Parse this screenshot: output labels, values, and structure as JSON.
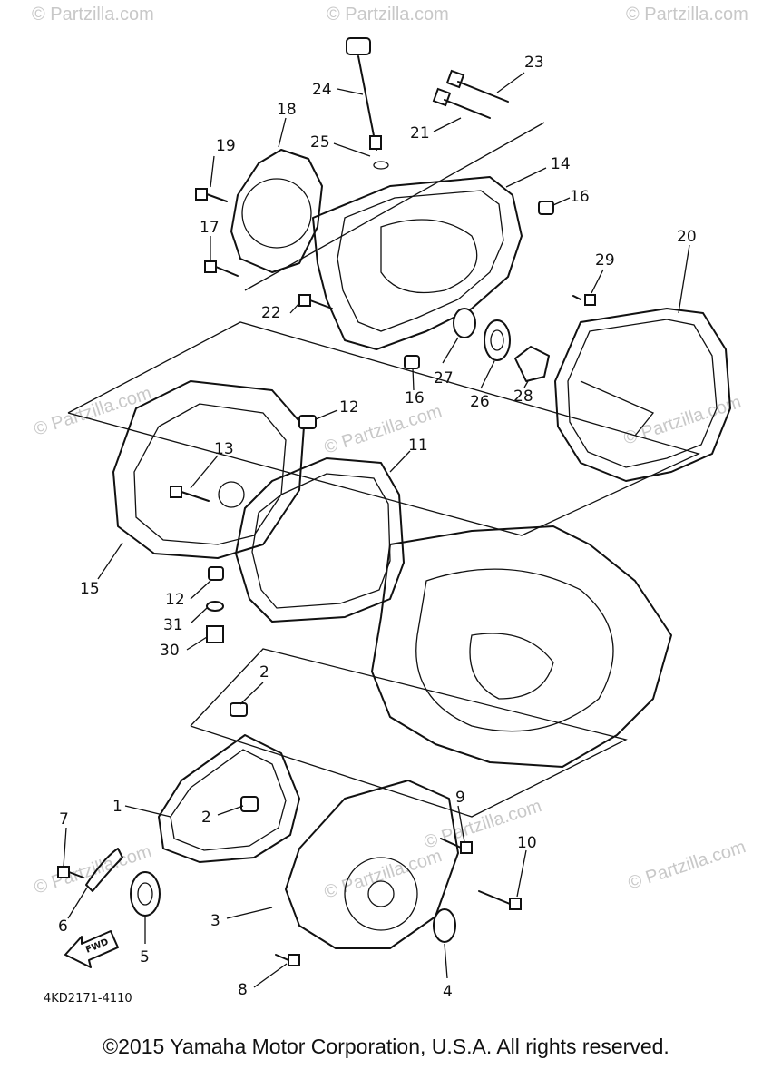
{
  "watermarks": [
    "© Partzilla.com",
    "© Partzilla.com",
    "© Partzilla.com",
    "© Partzilla.com",
    "© Partzilla.com",
    "© Partzilla.com",
    "© Partzilla.com",
    "© Partzilla.com",
    "© Partzilla.com",
    "© Partzilla.com"
  ],
  "callouts": {
    "c1": "1",
    "c2a": "2",
    "c2b": "2",
    "c3": "3",
    "c4": "4",
    "c5": "5",
    "c6": "6",
    "c7": "7",
    "c8": "8",
    "c9": "9",
    "c10": "10",
    "c11": "11",
    "c12a": "12",
    "c12b": "12",
    "c13": "13",
    "c14": "14",
    "c15": "15",
    "c16a": "16",
    "c16b": "16",
    "c17": "17",
    "c18": "18",
    "c19": "19",
    "c20": "20",
    "c21": "21",
    "c22": "22",
    "c23": "23",
    "c24": "24",
    "c25": "25",
    "c26": "26",
    "c27": "27",
    "c28": "28",
    "c29": "29",
    "c30": "30",
    "c31": "31"
  },
  "fwd_label": "FWD",
  "diagram_ref": "4KD2171-4110",
  "copyright": "©2015 Yamaha Motor Corporation, U.S.A. All rights reserved."
}
